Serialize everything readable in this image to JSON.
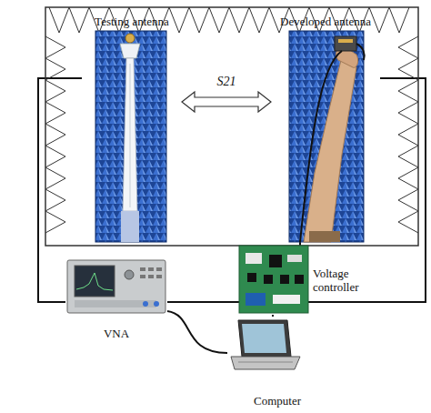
{
  "diagram": {
    "nodes": [
      {
        "text": [
          "Testing antenna"
        ]
      },
      {
        "text": [
          "Developed antenna"
        ]
      },
      {
        "text": [
          "VNA"
        ]
      },
      {
        "text": [
          "Voltage controller"
        ]
      },
      {
        "text": [
          "Computer"
        ]
      }
    ],
    "edges": [
      {
        "from": 0,
        "to": 1,
        "label": "S21",
        "arrow": "both"
      },
      {
        "from": 0,
        "to": 2,
        "arrow": "none"
      },
      {
        "from": 1,
        "to": 2,
        "arrow": "none"
      },
      {
        "from": 1,
        "to": 3,
        "arrow": "none"
      },
      {
        "from": 3,
        "to": 4,
        "arrow": "none"
      },
      {
        "from": 2,
        "to": 4,
        "arrow": "none"
      }
    ]
  }
}
